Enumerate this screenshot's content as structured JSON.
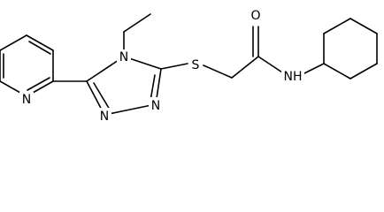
{
  "atoms": {
    "pyridine_n": "N",
    "n4": "N",
    "n1": "N",
    "n2": "N",
    "s": "S",
    "o": "O",
    "nh": "NH"
  }
}
